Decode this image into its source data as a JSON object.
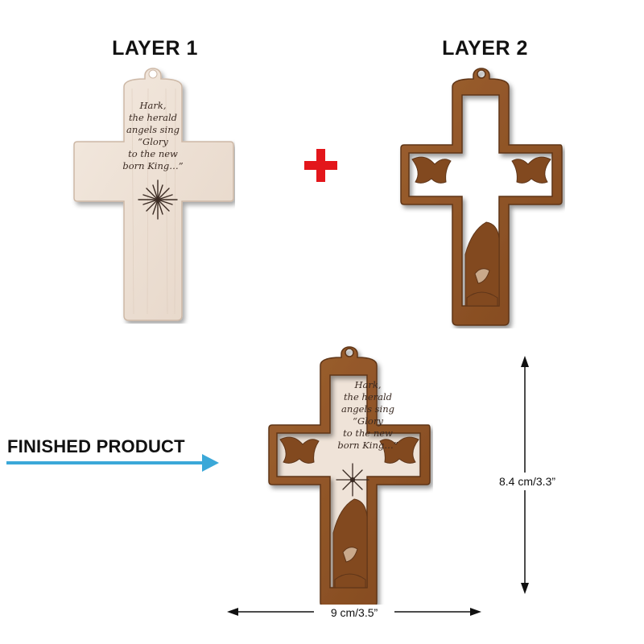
{
  "headings": {
    "layer1": "LAYER 1",
    "layer2": "LAYER 2",
    "finished": "FINISHED PRODUCT"
  },
  "verse_lines": [
    "Hark,",
    "the herald",
    "angels sing",
    "“Glory",
    "to the new",
    "born King…”"
  ],
  "dimensions": {
    "height": "8.4 cm/3.3”",
    "width": "9 cm/3.5”"
  },
  "colors": {
    "light_wood": "#efe3d8",
    "light_wood_edge": "#cdb8a6",
    "dark_wood": "#93572a",
    "dark_wood_edge": "#5e3519",
    "plus": "#e3161b",
    "arrow": "#3ba8d8",
    "engraving": "#3a2a22"
  },
  "icons": [
    "plus-icon",
    "arrow-right-icon",
    "star-engraving-icon",
    "angel-silhouette-icon",
    "nativity-silhouette-icon"
  ]
}
